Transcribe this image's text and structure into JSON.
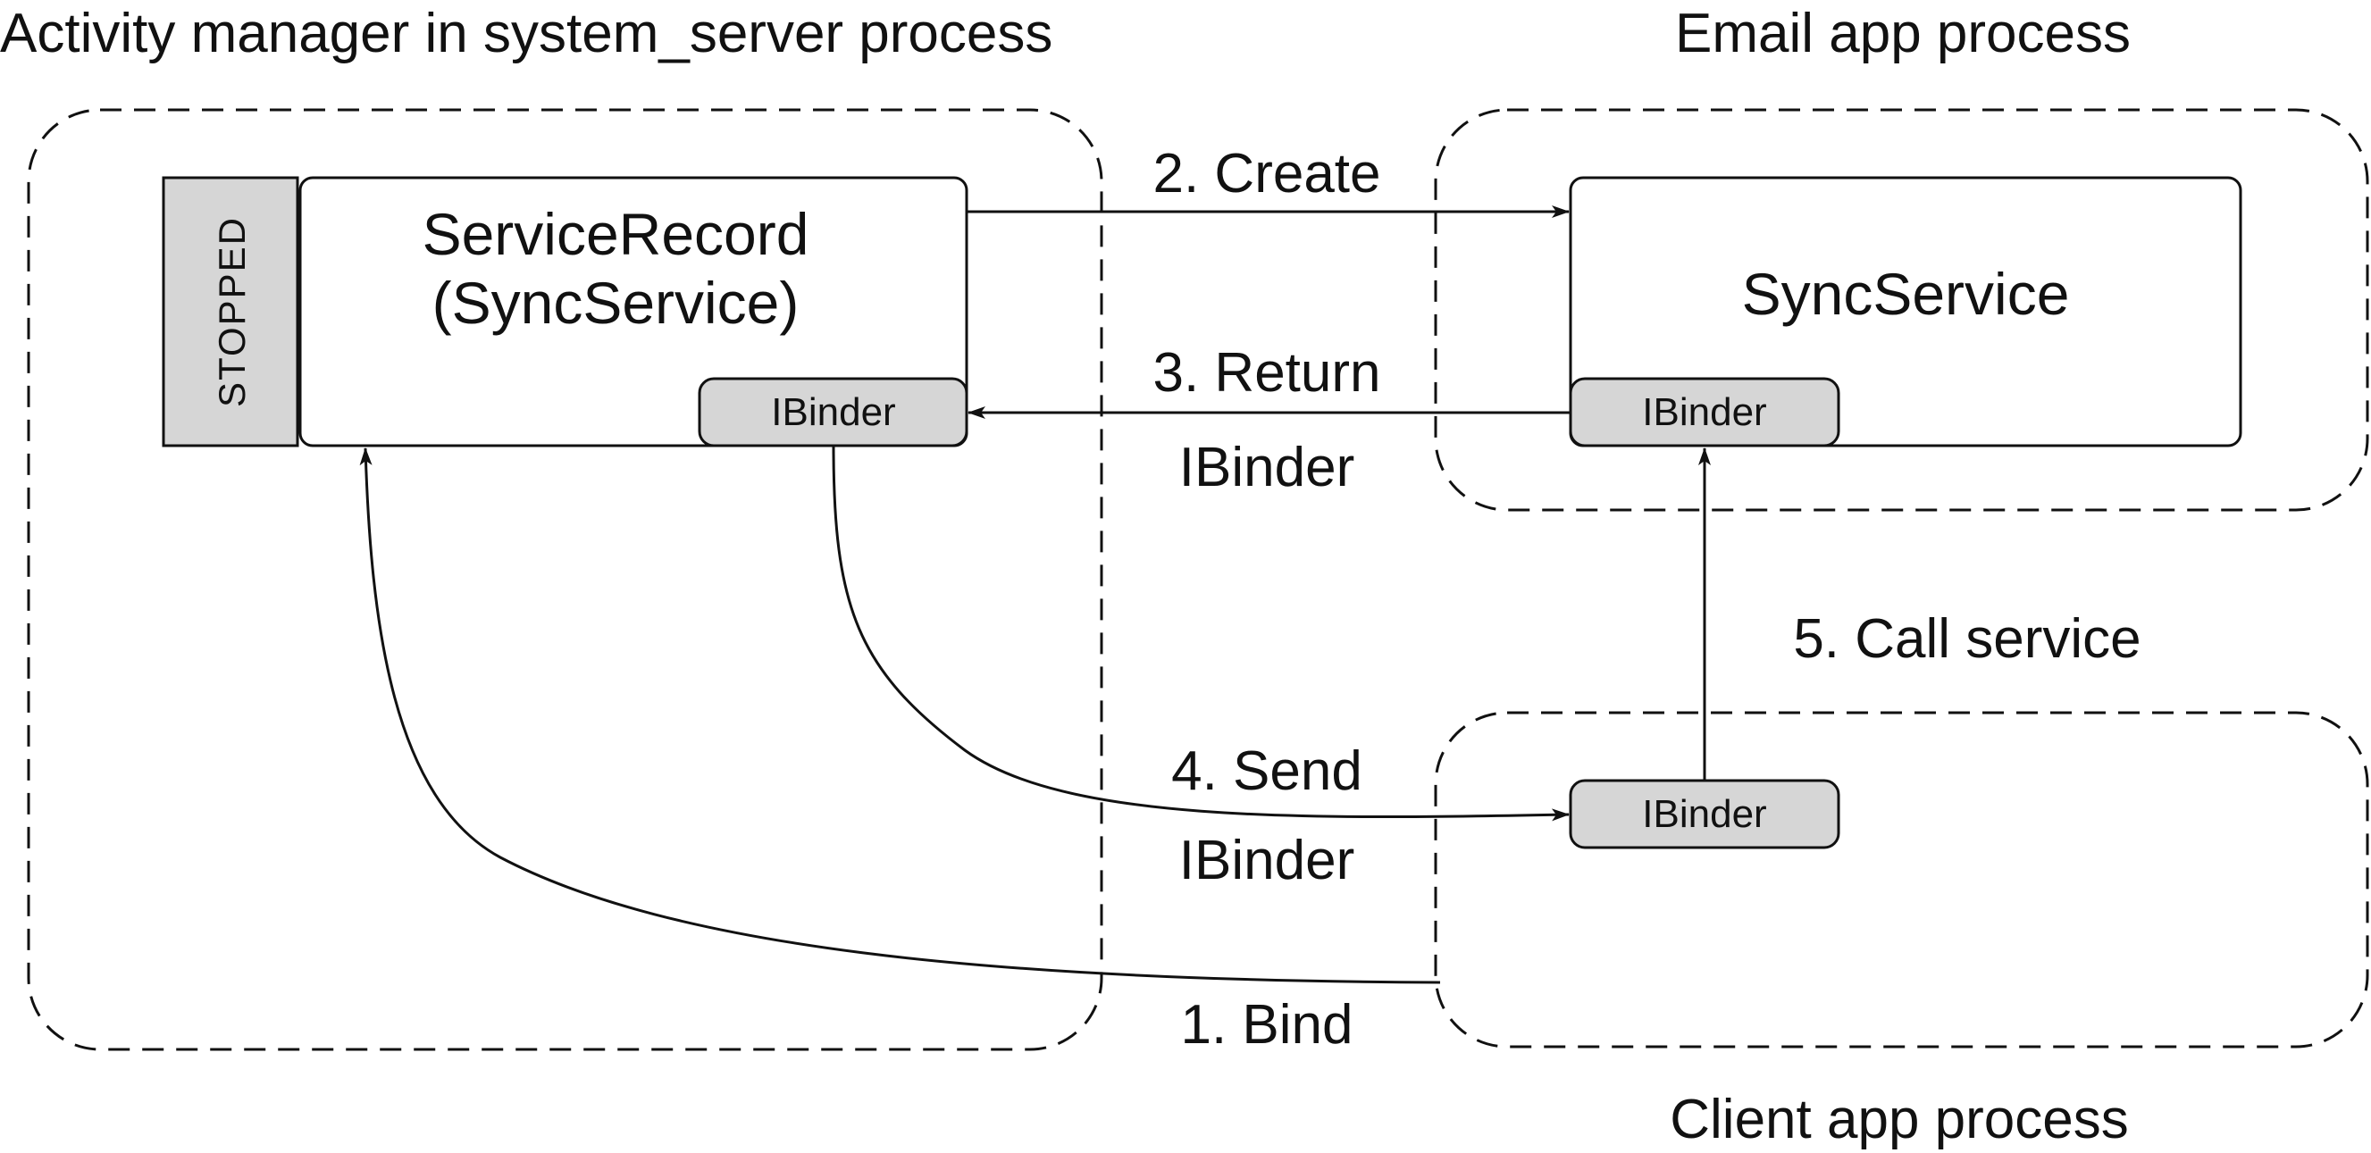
{
  "diagram": {
    "processes": {
      "activity_manager": "Activity manager in system_server process",
      "email_app": "Email app process",
      "client_app": "Client app process"
    },
    "boxes": {
      "service_record_line1": "ServiceRecord",
      "service_record_line2": "(SyncService)",
      "sync_service": "SyncService",
      "state": "STOPPED"
    },
    "binders": {
      "service_record_binder": "IBinder",
      "sync_service_binder": "IBinder",
      "client_binder": "IBinder"
    },
    "steps": {
      "bind": "1. Bind",
      "create": "2. Create",
      "return_line1": "3. Return",
      "return_line2": "IBinder",
      "send_line1": "4. Send",
      "send_line2": "IBinder",
      "call": "5. Call service"
    },
    "colors": {
      "stroke": "#111111",
      "binder_fill": "#d6d6d6",
      "state_fill": "#d6d6d6",
      "background": "#ffffff"
    }
  }
}
